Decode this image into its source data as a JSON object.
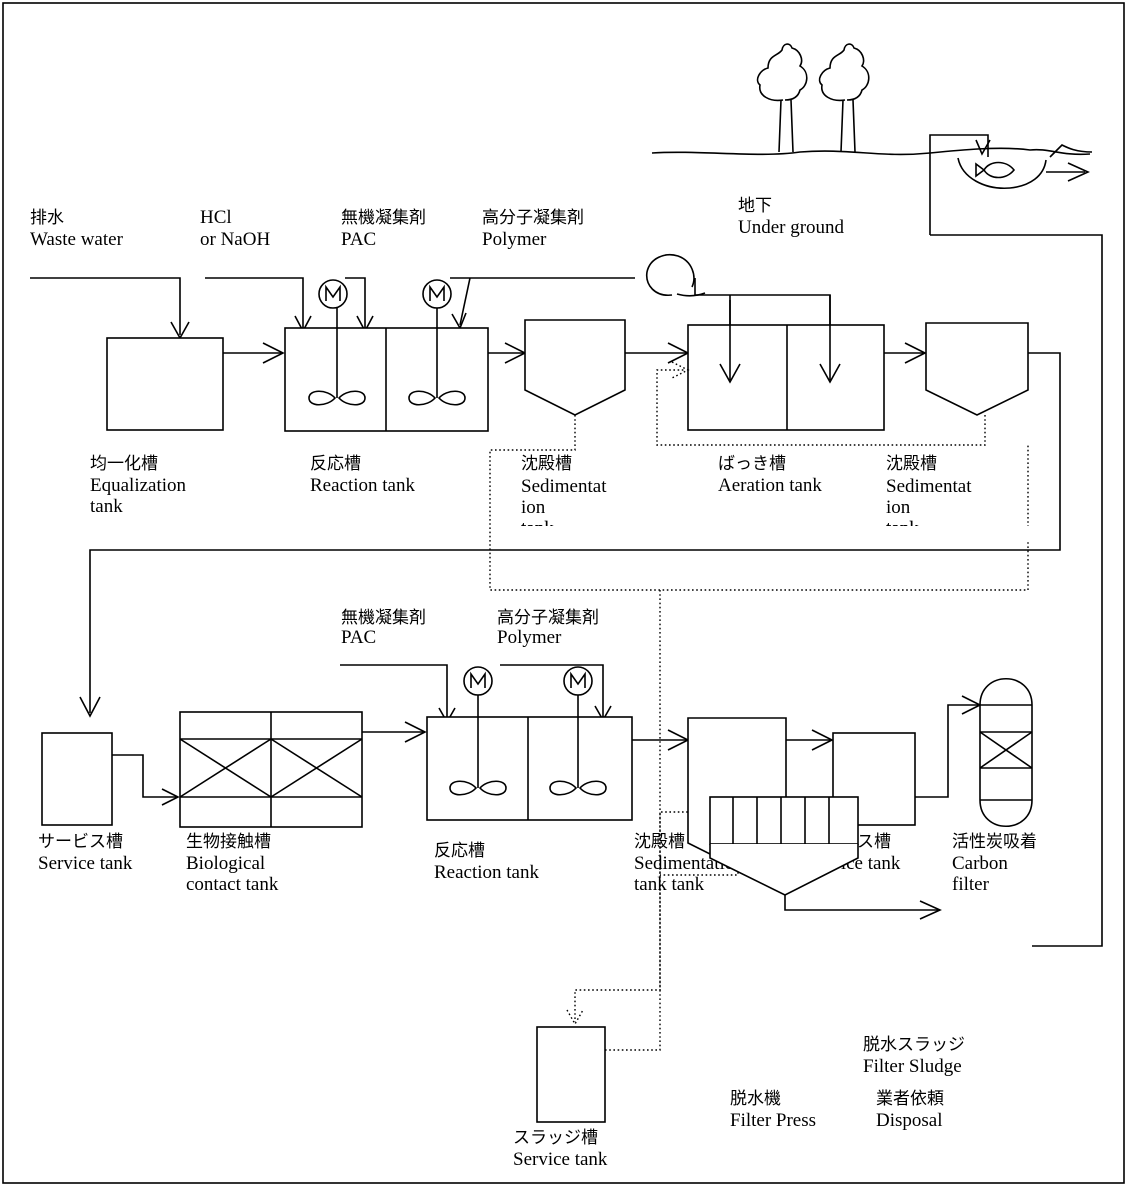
{
  "labels": {
    "waste_jp": "排水",
    "waste_en": "Waste water",
    "hcl_1": "HCl",
    "hcl_2": "or NaOH",
    "pac1_jp": "無機凝集剤",
    "pac1_en": "PAC",
    "poly1_jp": "高分子凝集剤",
    "poly1_en": "Polymer",
    "underground_jp": "地下",
    "underground_en": "Under ground",
    "eq_jp": "均一化槽",
    "eq_en1": "Equalization",
    "eq_en2": "tank",
    "react1_jp": "反応槽",
    "react1_en": "Reaction tank",
    "sed1_jp": "沈殿槽",
    "sed1_en1": "Sedimentat",
    "sed1_en2": "ion",
    "sed1_en3": "tank",
    "aer_jp": "ばっき槽",
    "aer_en": "Aeration tank",
    "sed2_jp": "沈殿槽",
    "sed2_en1": "Sedimentat",
    "sed2_en2": "ion",
    "sed2_en3": "tank",
    "pac2_jp": "無機凝集剤",
    "pac2_en": "PAC",
    "poly2_jp": "高分子凝集剤",
    "poly2_en": "Polymer",
    "serv1_jp": "サービス槽",
    "serv1_en": "Service tank",
    "bio_jp": "生物接触槽",
    "bio_en1": "Biological",
    "bio_en2": "contact tank",
    "react2_jp": "反応槽",
    "react2_en": "Reaction tank",
    "sed3_jp": "沈殿槽",
    "sed3_en1": "Sedimentation",
    "sed3_en2": "tank tank",
    "serv2_jp": "サービス槽",
    "serv2_en": "Service tank",
    "carbon_jp": "活性炭吸着",
    "carbon_en1": "Carbon",
    "carbon_en2": "filter",
    "sludge_jp": "スラッジ槽",
    "sludge_en": "Service tank",
    "press_jp": "脱水機",
    "press_en": "Filter Press",
    "fsludge_jp": "脱水スラッジ",
    "fsludge_en": "Filter Sludge",
    "disp_jp": "業者依頼",
    "disp_en": "Disposal"
  },
  "icons": [
    "tree-icon",
    "fish-icon",
    "mixer-motor-icon",
    "blower-icon",
    "impeller-icon"
  ]
}
